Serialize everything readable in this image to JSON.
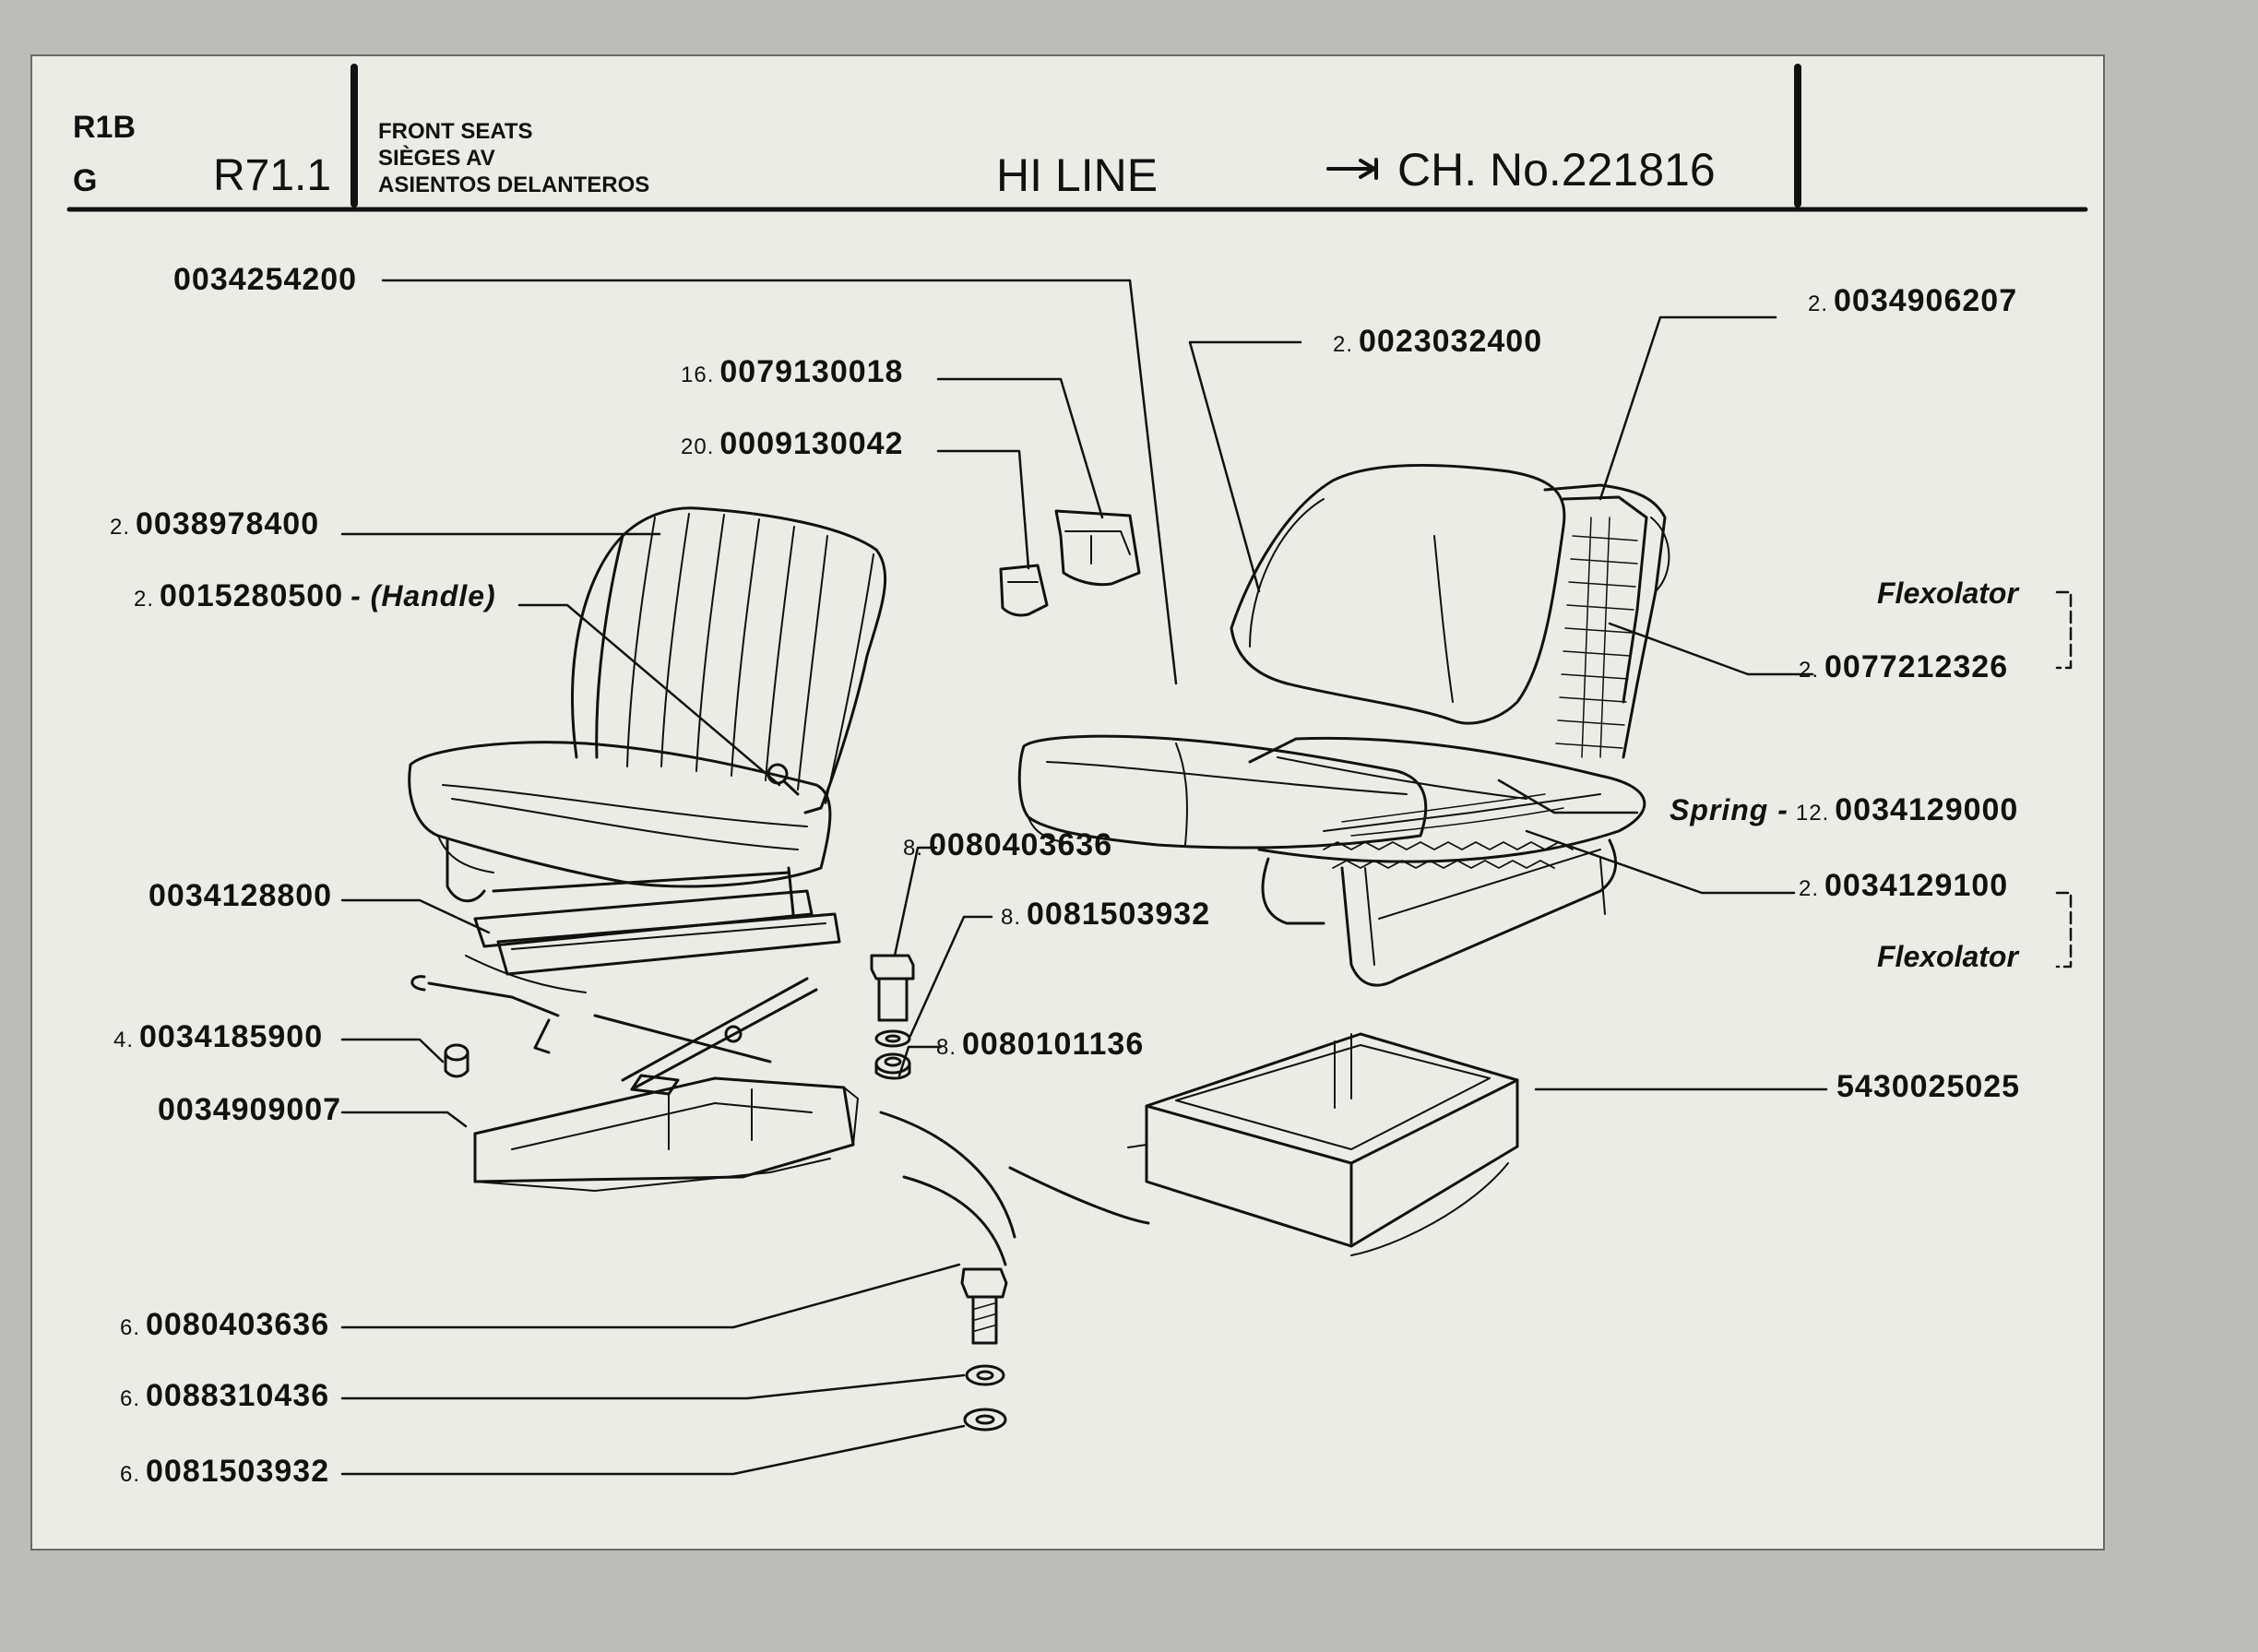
{
  "header": {
    "model_code": "R1B",
    "group_code": "G",
    "ref": "R71.1",
    "title_en": "FRONT SEATS",
    "title_fr": "SIÈGES AV",
    "title_es": "ASIENTOS DELANTEROS",
    "version": "HI LINE",
    "chassis": "CH. No.221816"
  },
  "labels": [
    {
      "qty": "",
      "part": "0034254200",
      "note": ""
    },
    {
      "qty": "2.",
      "part": "0023032400",
      "note": ""
    },
    {
      "qty": "2.",
      "part": "0034906207",
      "note": ""
    },
    {
      "qty": "16.",
      "part": "0079130018",
      "note": ""
    },
    {
      "qty": "20.",
      "part": "0009130042",
      "note": ""
    },
    {
      "qty": "2.",
      "part": "0038978400",
      "note": ""
    },
    {
      "qty": "2.",
      "part": "0015280500",
      "note": "- (Handle)"
    },
    {
      "qty": "2.",
      "part": "0077212326",
      "note": ""
    },
    {
      "qty": "12.",
      "part": "0034129000",
      "note": "Spring -"
    },
    {
      "qty": "2.",
      "part": "0034129100",
      "note": ""
    },
    {
      "qty": "8.",
      "part": "0080403636",
      "note": ""
    },
    {
      "qty": "8.",
      "part": "0081503932",
      "note": ""
    },
    {
      "qty": "",
      "part": "0034128800",
      "note": ""
    },
    {
      "qty": "4.",
      "part": "0034185900",
      "note": ""
    },
    {
      "qty": "8.",
      "part": "0080101136",
      "note": ""
    },
    {
      "qty": "",
      "part": "0034909007",
      "note": ""
    },
    {
      "qty": "",
      "part": "5430025025",
      "note": ""
    },
    {
      "qty": "6.",
      "part": "0080403636",
      "note": ""
    },
    {
      "qty": "6.",
      "part": "0088310436",
      "note": ""
    },
    {
      "qty": "6.",
      "part": "0081503932",
      "note": ""
    }
  ],
  "flexolator_labels": [
    "Flexolator",
    "Flexolator"
  ],
  "colors": {
    "paper": "#ecece6",
    "ink": "#111111",
    "background": "#bcbcb8"
  }
}
